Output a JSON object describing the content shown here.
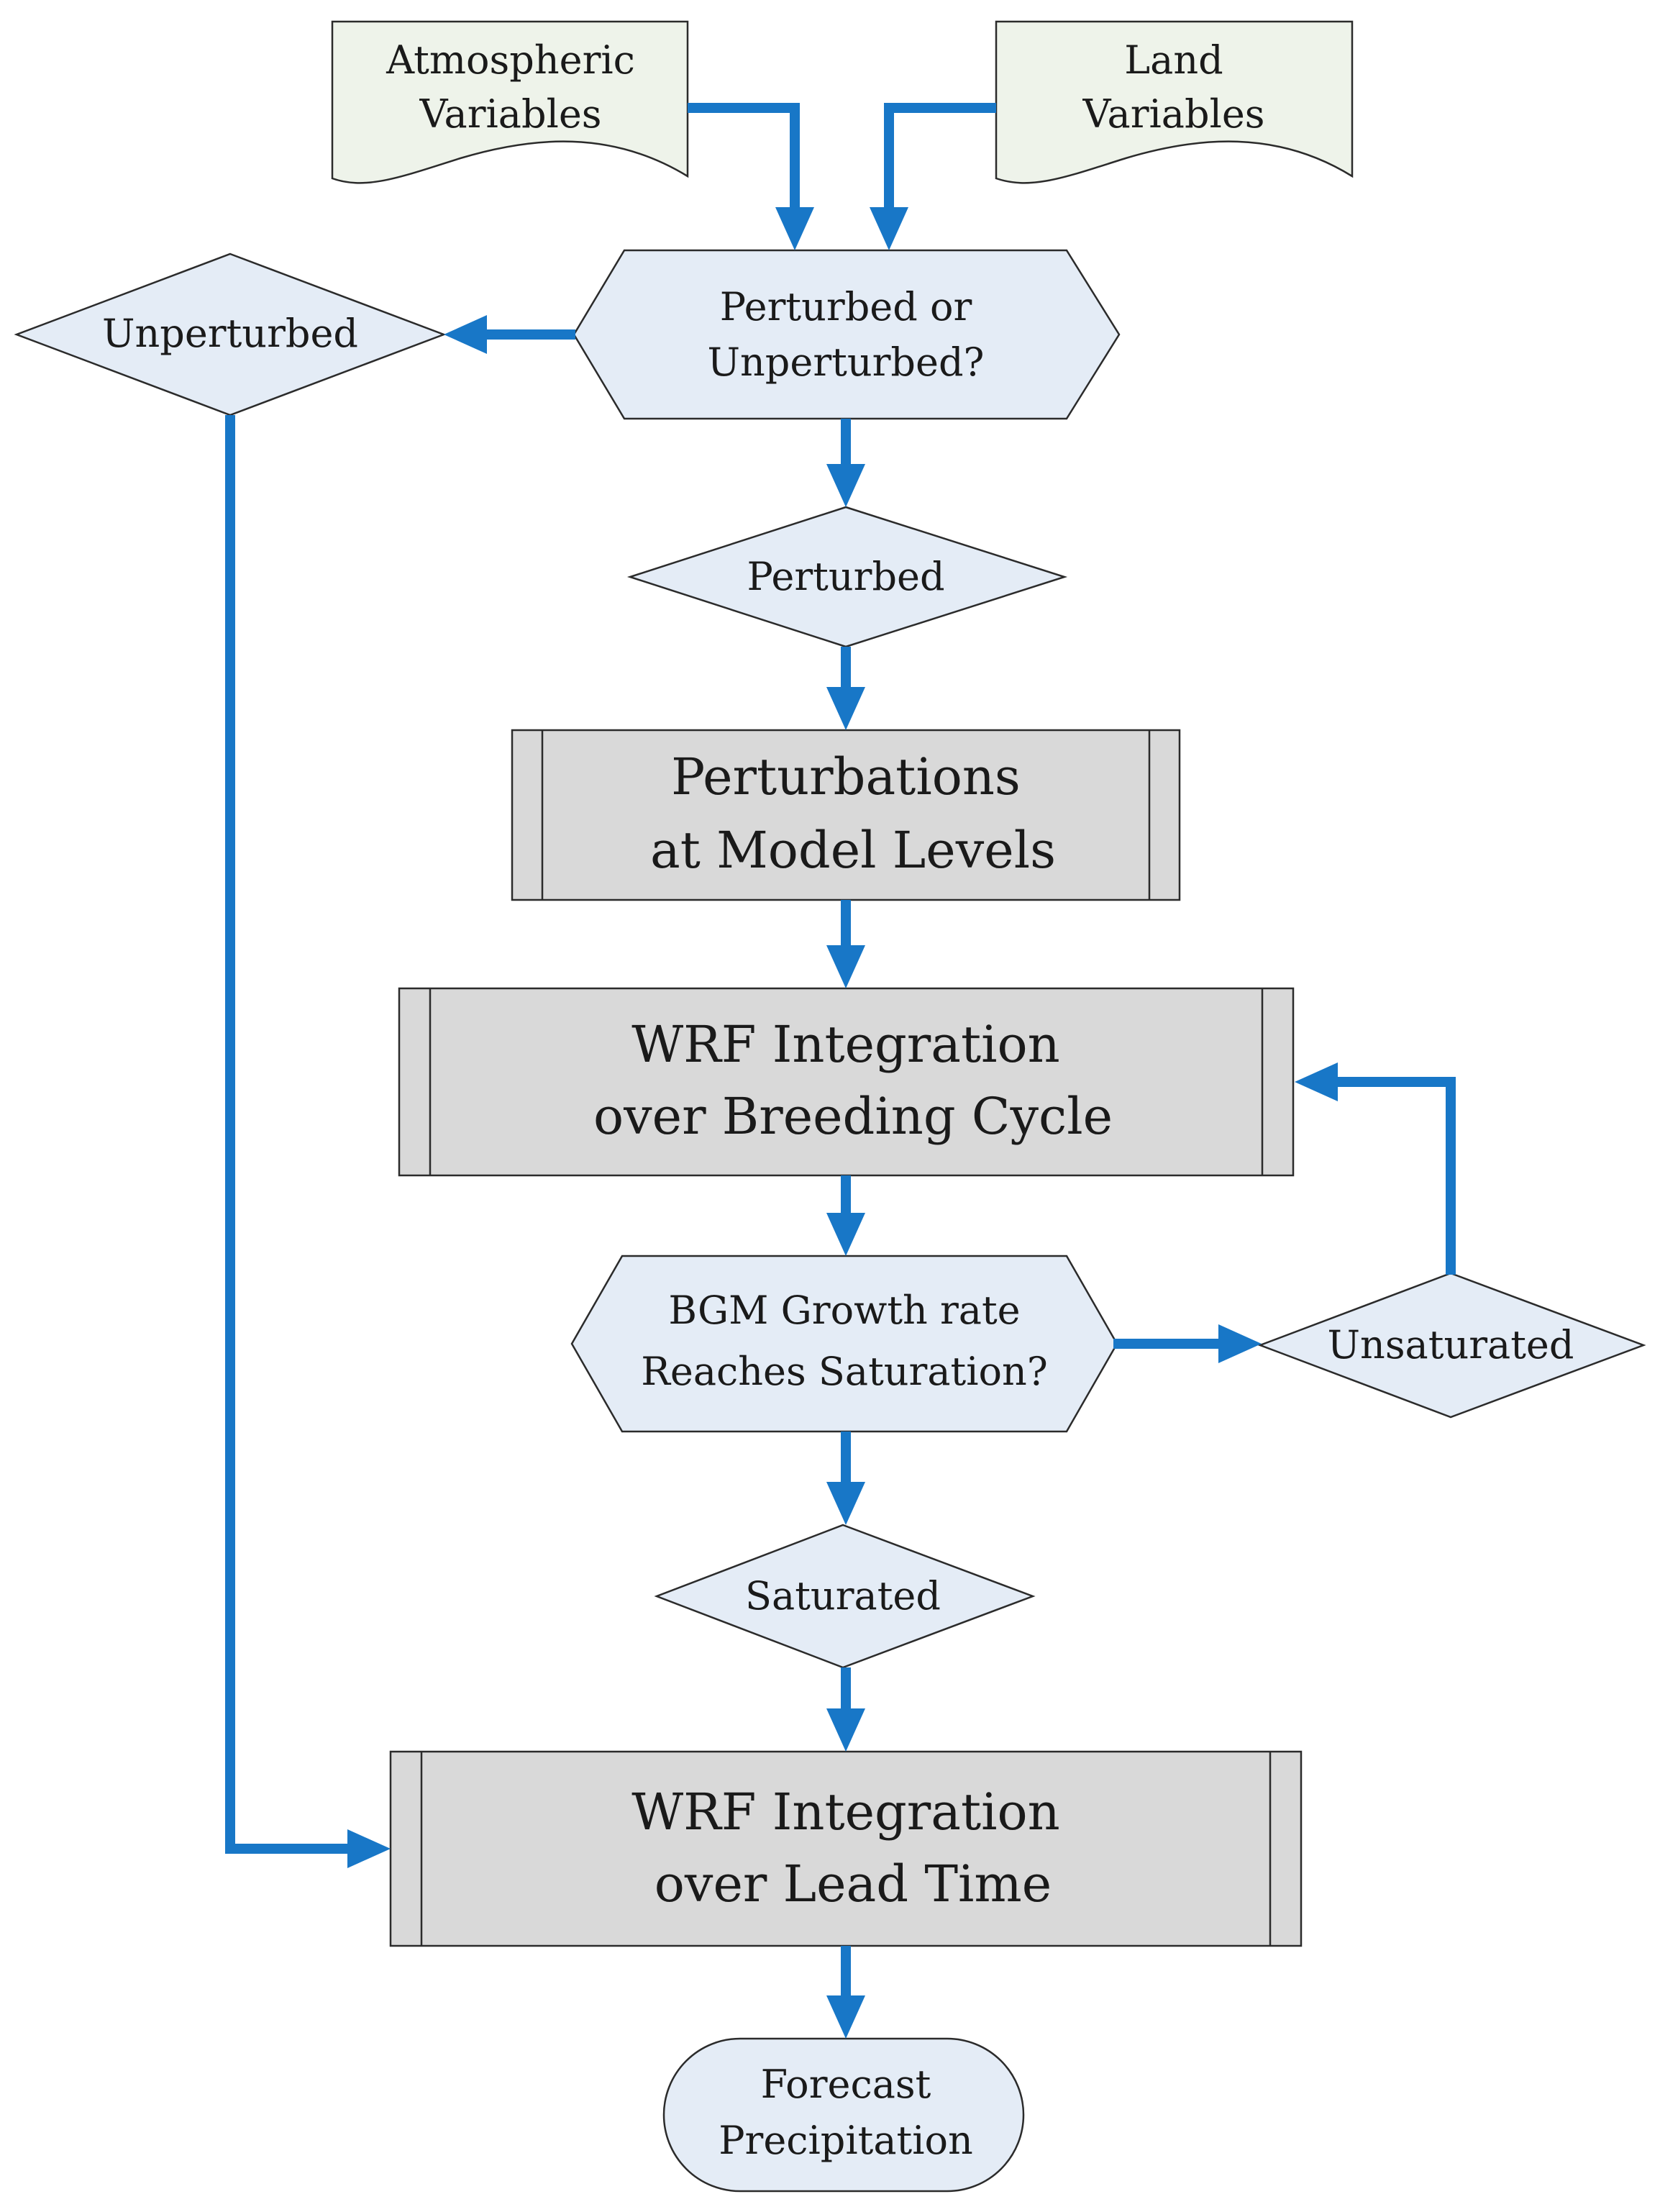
{
  "nodes": {
    "atmospheric_variables": [
      "Atmospheric",
      "Variables"
    ],
    "land_variables": [
      "Land",
      "Variables"
    ],
    "perturbed_decision": [
      "Perturbed or",
      "Unperturbed?"
    ],
    "unperturbed": [
      "Unperturbed"
    ],
    "perturbed": [
      "Perturbed"
    ],
    "perturbations": [
      "Perturbations",
      "at Model Levels"
    ],
    "wrf_breeding": [
      "WRF Integration",
      "over Breeding Cycle"
    ],
    "bgm_decision": [
      "BGM Growth rate",
      "Reaches Saturation?"
    ],
    "unsaturated": [
      "Unsaturated"
    ],
    "saturated": [
      "Saturated"
    ],
    "wrf_lead": [
      "WRF Integration",
      "over Lead Time"
    ],
    "forecast": [
      "Forecast",
      "Precipitation"
    ]
  },
  "colors": {
    "arrow": "#1877c7",
    "document_fill": "#eef3ea",
    "decision_fill": "#e4ecf6",
    "process_fill": "#d9d9d9",
    "outline": "#2b2b2b"
  }
}
